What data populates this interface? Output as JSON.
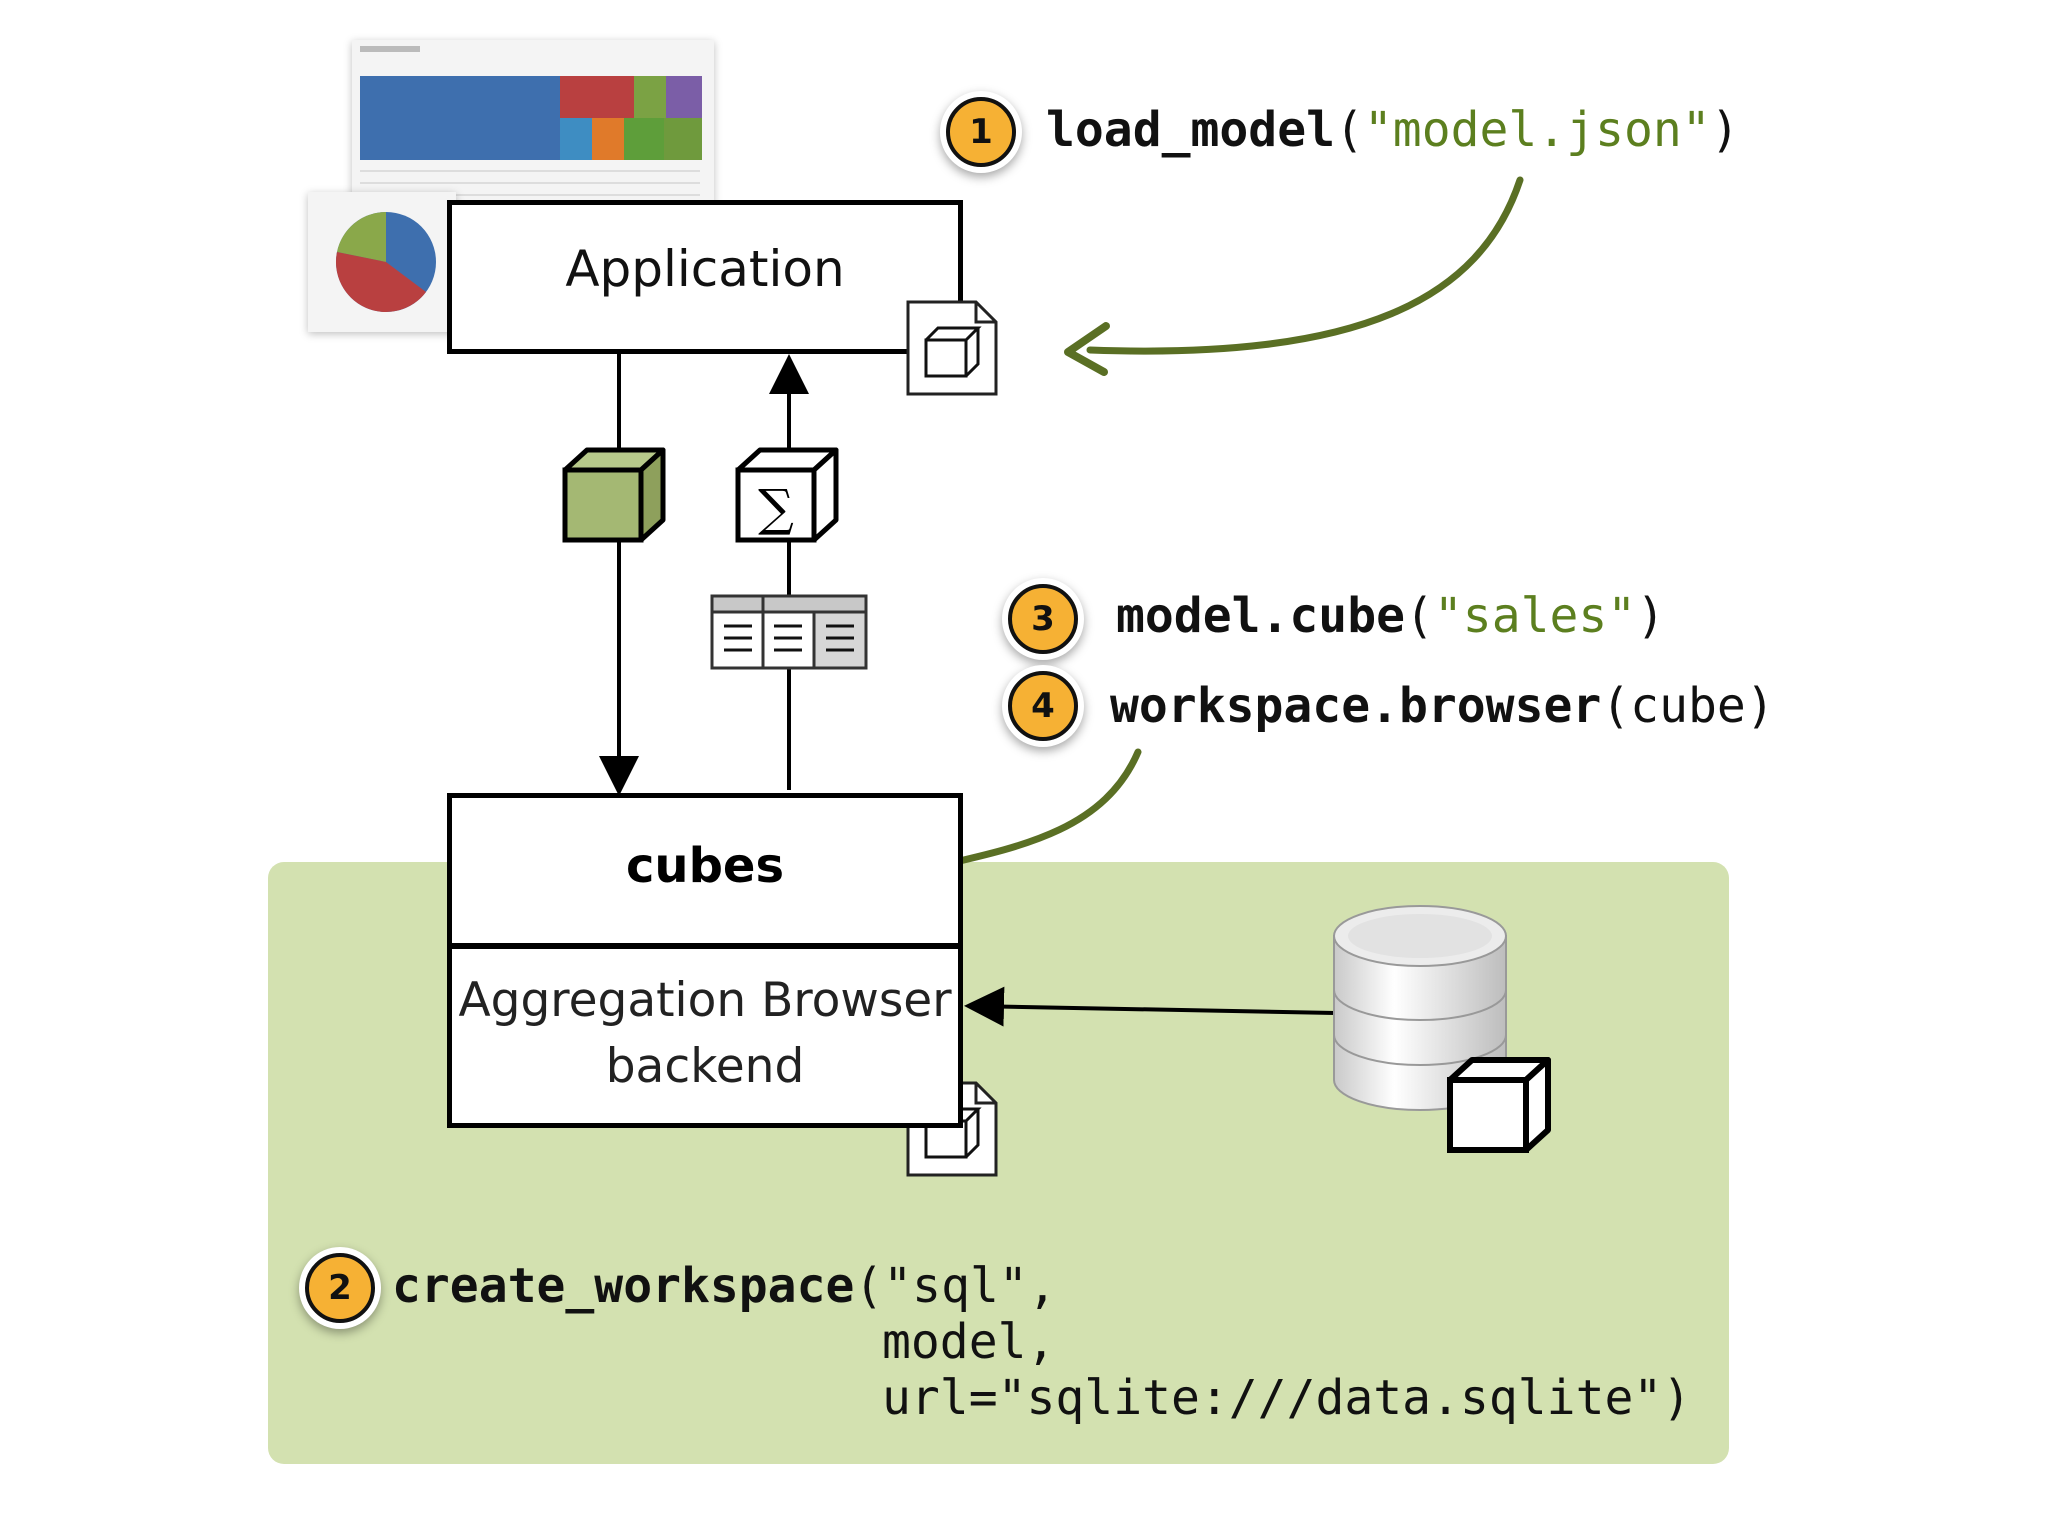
{
  "application": {
    "label": "Application"
  },
  "cubes": {
    "title": "cubes",
    "backend_line1": "Aggregation Browser",
    "backend_line2": "backend"
  },
  "steps": [
    {
      "number": "1",
      "func": "load_model",
      "open": "(",
      "arg": "\"model.json\"",
      "close": ")"
    },
    {
      "number": "2",
      "func": "create_workspace",
      "line1_rest": "(\"sql\",",
      "line2": "model,",
      "line3": "url=\"sqlite:///data.sqlite\")"
    },
    {
      "number": "3",
      "obj": "model.",
      "func": "cube",
      "open": "(",
      "arg": "\"sales\"",
      "close": ")"
    },
    {
      "number": "4",
      "obj": "workspace.",
      "func": "browser",
      "args": "(cube)"
    }
  ],
  "icons": {
    "sigma": "∑",
    "colors": {
      "green_cube": "#a4b873",
      "arrow_green": "#5a6f24",
      "badge": "#f6b134",
      "panel": "#d3e1b0"
    }
  }
}
